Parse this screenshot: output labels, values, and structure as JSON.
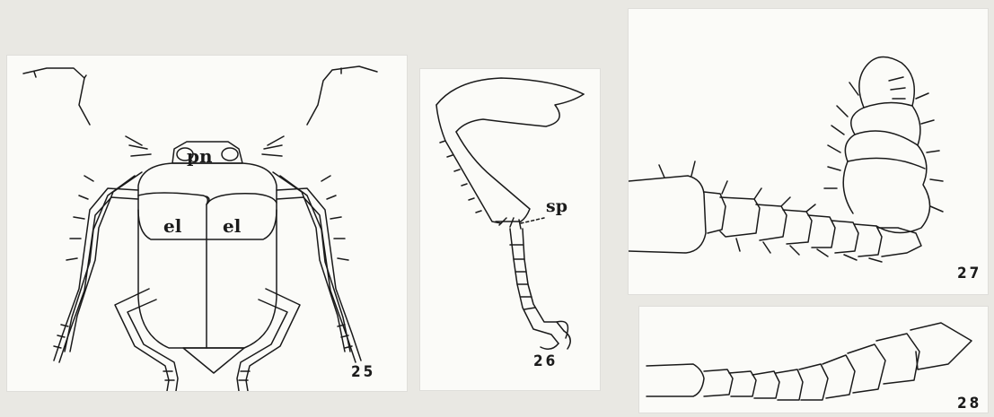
{
  "figures": [
    {
      "number": "25",
      "labels": {
        "pronotum": "pn",
        "elytron_left": "el",
        "elytron_right": "el"
      }
    },
    {
      "number": "26",
      "labels": {
        "spur": "sp"
      }
    },
    {
      "number": "27"
    },
    {
      "number": "28"
    }
  ]
}
